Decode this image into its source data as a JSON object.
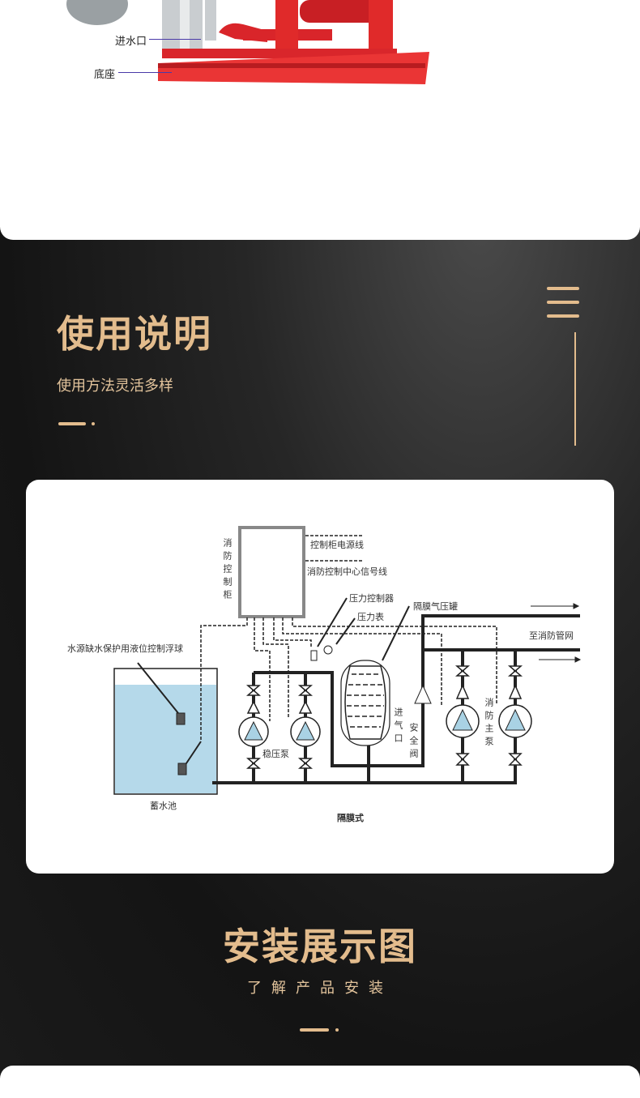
{
  "product_image": {
    "labels": {
      "inlet": "进水口",
      "base": "底座"
    }
  },
  "usage_section": {
    "title": "使用说明",
    "subtitle": "使用方法灵活多样"
  },
  "diagram": {
    "cabinet_label": "消防控制柜",
    "power_line": "控制柜电源线",
    "signal_line": "消防控制中心信号线",
    "pressure_controller": "压力控制器",
    "pressure_gauge": "压力表",
    "diaphragm_tank": "隔膜气压罐",
    "to_network": "至消防管网",
    "float_ball": "水源缺水保护用液位控制浮球",
    "reservoir": "蓄水池",
    "stabilizer_pump": "稳压泵",
    "air_inlet": "进气口",
    "safety_valve": "安全阀",
    "main_pump": "消防主泵",
    "type_caption": "隔膜式"
  },
  "install_section": {
    "title": "安装展示图",
    "subtitle": "了解产品安装"
  },
  "colors": {
    "gold": "#e3bc8d",
    "red": "#e52c2c",
    "water": "#b5d9ea"
  }
}
